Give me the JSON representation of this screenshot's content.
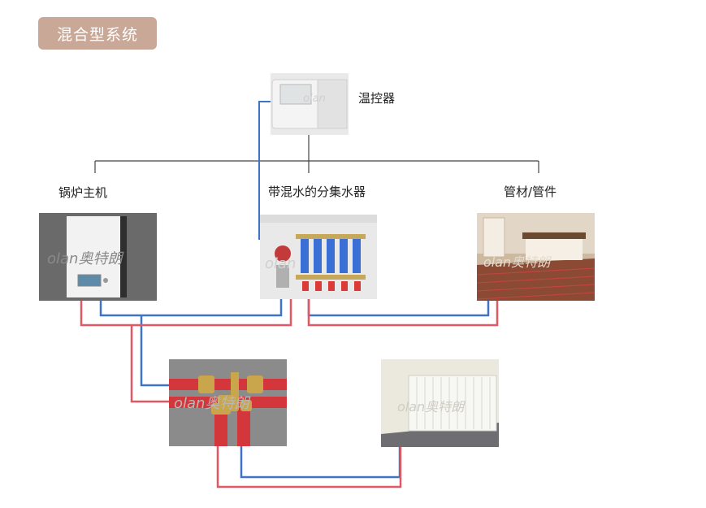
{
  "title": "混合型系统",
  "labels": {
    "thermostat": "温控器",
    "boiler": "锅炉主机",
    "manifold": "带混水的分集水器",
    "pipes": "管材/管件"
  },
  "colors": {
    "badge": "#c9a898",
    "supply_pipe": "#e25764",
    "return_pipe": "#3f73c7",
    "signal_line": "#444444"
  },
  "watermark": "olan奥特朗"
}
